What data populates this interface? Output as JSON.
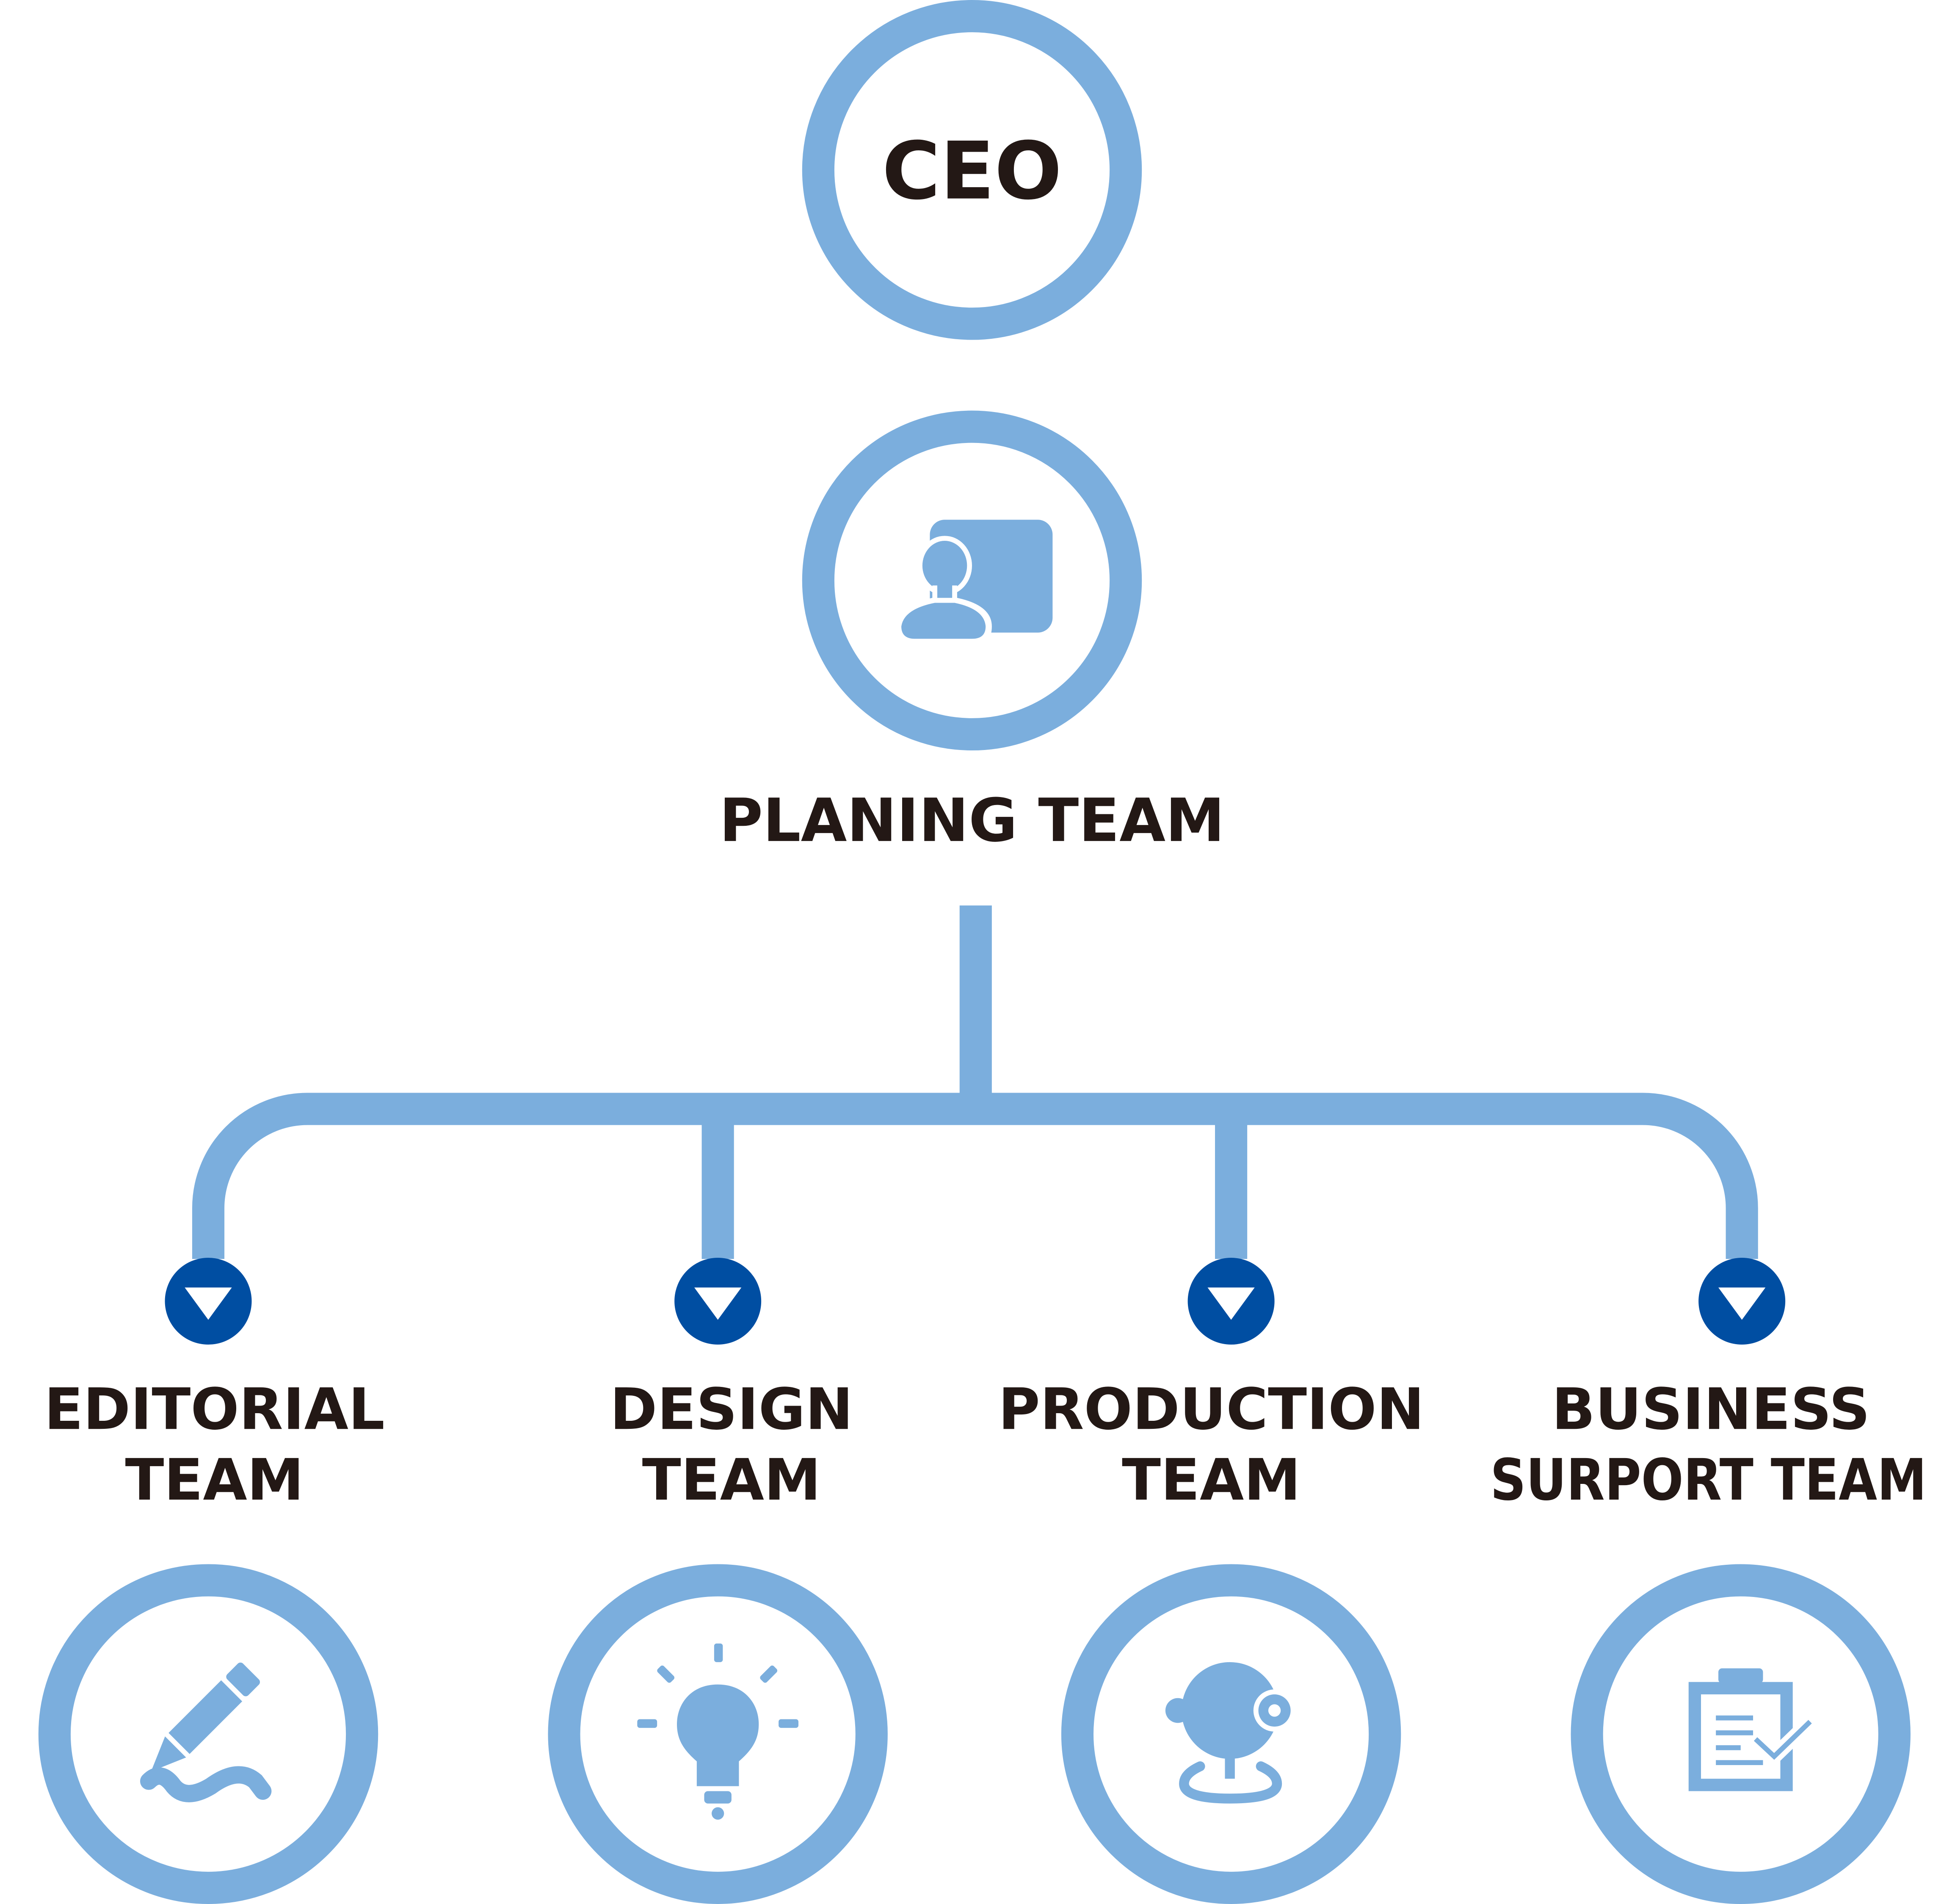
{
  "colors": {
    "ring": "#7BAEDD",
    "connector": "#7BAEDD",
    "marker": "#004EA2",
    "marker_arrow": "#FFFFFF",
    "text": "#231815",
    "icon": "#7BAEDD"
  },
  "ceo": {
    "label": "CEO"
  },
  "planning": {
    "label": "PLANING TEAM",
    "icon": "presenter-icon"
  },
  "teams": [
    {
      "line1": "EDITORIAL",
      "line2": "TEAM",
      "icon": "pencil-icon"
    },
    {
      "line1": "DESIGN",
      "line2": "TEAM",
      "icon": "lightbulb-icon"
    },
    {
      "line1": "PRODUCTION",
      "line2": "TEAM",
      "icon": "webcam-icon"
    },
    {
      "line1": "BUSINESS",
      "line2": "SURPORT TEAM",
      "icon": "clipboard-check-icon"
    }
  ]
}
